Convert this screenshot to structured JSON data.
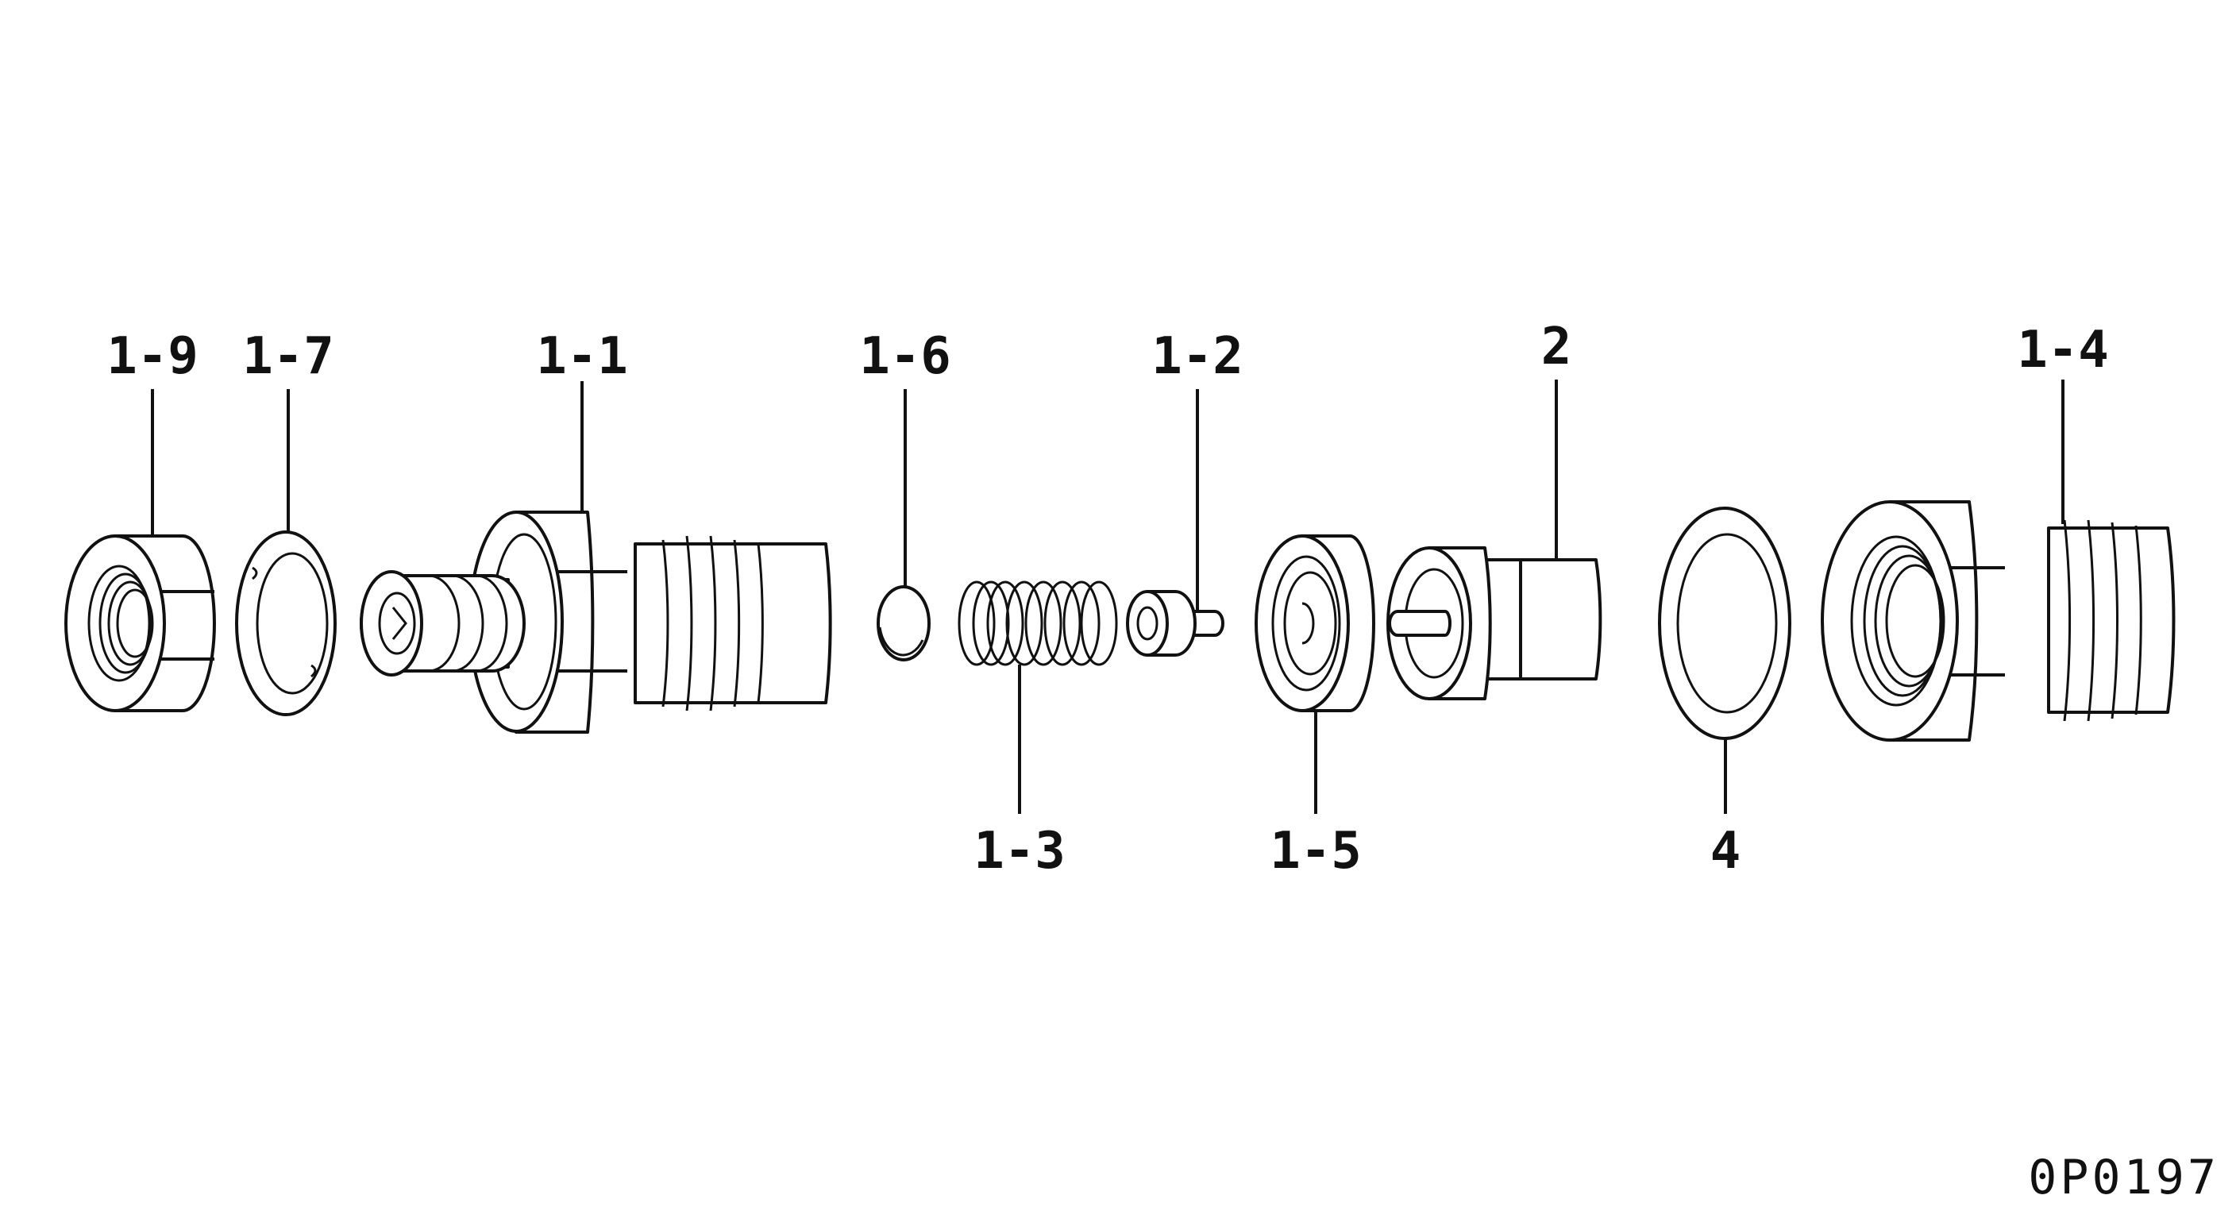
{
  "labels": {
    "l19": "1-9",
    "l17": "1-7",
    "l11": "1-1",
    "l16": "1-6",
    "l12": "1-2",
    "l2": "2",
    "l14": "1-4",
    "l13": "1-3",
    "l15": "1-5",
    "l4": "4"
  },
  "drawing_code": "0P0197"
}
